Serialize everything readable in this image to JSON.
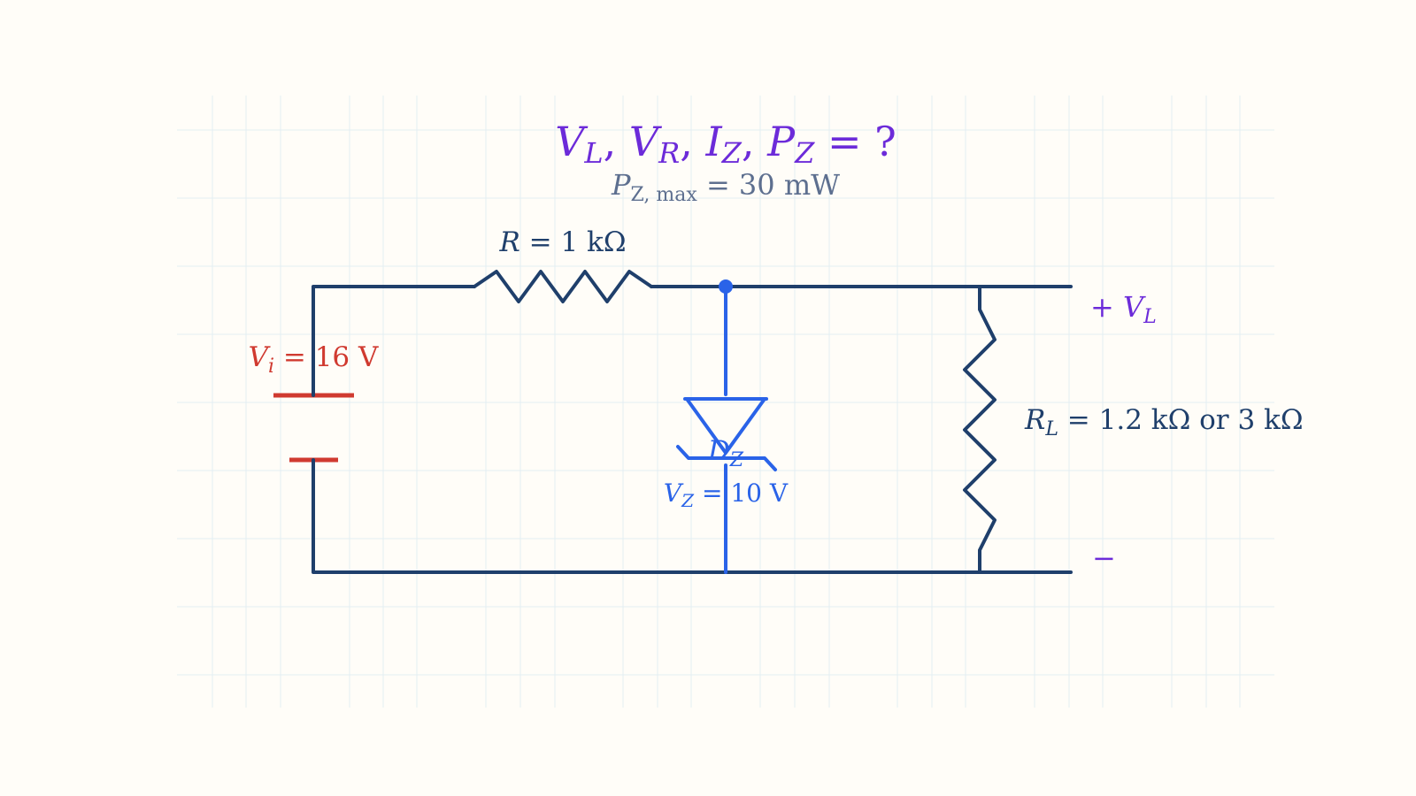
{
  "question": {
    "vl": "V",
    "vl_sub": "L",
    "vr": "V",
    "vr_sub": "R",
    "iz": "I",
    "iz_sub": "Z",
    "pz": "P",
    "pz_sub": "Z",
    "sep": ", ",
    "ending": " = ?"
  },
  "pzmax": {
    "symbol": "P",
    "sub": "Z, max",
    "value": " = 30 mW"
  },
  "resistor_r": {
    "symbol": "R",
    "value": " = 1 kΩ"
  },
  "source": {
    "symbol": "V",
    "sub": "i",
    "value": " = 16 V"
  },
  "zener": {
    "symbol": "D",
    "sub": "Z",
    "vz_symbol": "V",
    "vz_sub": "Z",
    "vz_value": " = 10 V"
  },
  "load": {
    "symbol": "R",
    "sub": "L",
    "value": " = 1.2 kΩ  or  3 kΩ"
  },
  "output": {
    "plus": "+ ",
    "symbol": "V",
    "sub": "L",
    "minus": "−"
  },
  "colors": {
    "wire": "#1f3f6b",
    "zener": "#2a63e8",
    "source": "#d03a30",
    "question": "#6c2bd9",
    "note": "#5d6f8f",
    "background": "#fffdf8",
    "grid": "#e3eef2"
  }
}
